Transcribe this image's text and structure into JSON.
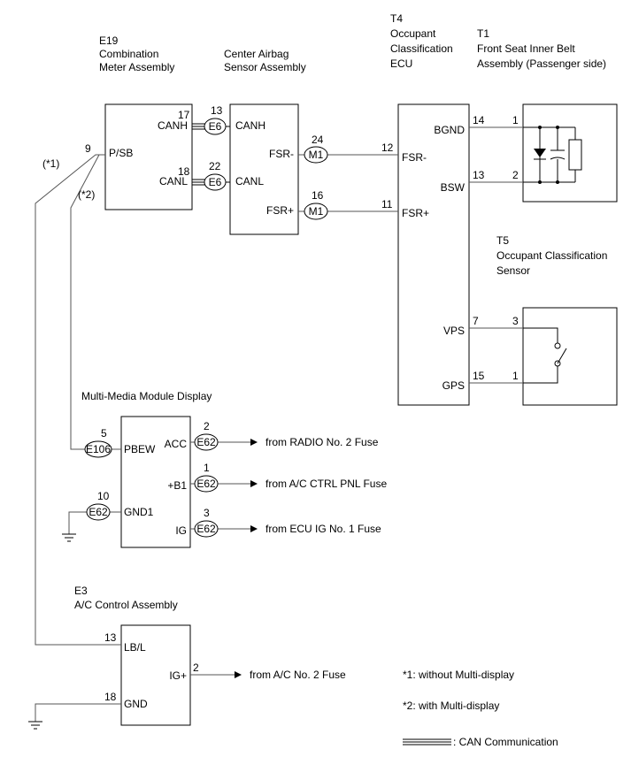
{
  "components": {
    "e19": {
      "code": "E19",
      "line1": "Combination",
      "line2": "Meter Assembly",
      "canh": "CANH",
      "canl": "CANL",
      "psb": "P/SB"
    },
    "airbag": {
      "line1": "Center Airbag",
      "line2": "Sensor Assembly",
      "canh": "CANH",
      "canl": "CANL",
      "fsrm": "FSR-",
      "fsrp": "FSR+"
    },
    "t4": {
      "code": "T4",
      "line1": "Occupant",
      "line2": "Classification",
      "line3": "ECU",
      "fsrm": "FSR-",
      "fsrp": "FSR+",
      "bgnd": "BGND",
      "bsw": "BSW",
      "vps": "VPS",
      "gps": "GPS"
    },
    "t1": {
      "code": "T1",
      "line1": "Front Seat Inner Belt",
      "line2": "Assembly (Passenger side)"
    },
    "t5": {
      "code": "T5",
      "line1": "Occupant Classification",
      "line2": "Sensor"
    },
    "mmd": {
      "title": "Multi-Media Module Display",
      "pbew": "PBEW",
      "acc": "ACC",
      "b1": "+B1",
      "gnd1": "GND1",
      "ig": "IG"
    },
    "e3": {
      "code": "E3",
      "title": "A/C Control Assembly",
      "lbl": "LB/L",
      "igp": "IG+",
      "gnd": "GND"
    }
  },
  "pins": {
    "e19_canh": "17",
    "e19_canl": "18",
    "e19_psb": "9",
    "ab_canh": "13",
    "ab_canl": "22",
    "ab_fsrm": "24",
    "ab_fsrp": "16",
    "t4_fsrm": "12",
    "t4_fsrp": "11",
    "t4_bgnd": "14",
    "t4_bsw": "13",
    "t4_vps": "7",
    "t4_gps": "15",
    "t1_1": "1",
    "t1_2": "2",
    "t5_3": "3",
    "t5_1": "1",
    "mmd_pbew": "5",
    "mmd_gnd1": "10",
    "mmd_acc": "2",
    "mmd_b1": "1",
    "mmd_ig": "3",
    "e3_lbl": "13",
    "e3_igp": "2",
    "e3_gnd": "18"
  },
  "connectors": {
    "e6": "E6",
    "m1": "M1",
    "e106": "E106",
    "e62": "E62"
  },
  "sources": {
    "radio": "from RADIO No. 2 Fuse",
    "acctrl": "from A/C CTRL PNL Fuse",
    "ecuig": "from ECU IG No. 1 Fuse",
    "ac2": "from A/C No. 2 Fuse"
  },
  "notes": {
    "star1": "(*1)",
    "star2": "(*2)",
    "n1": "*1: without Multi-display",
    "n2": "*2: with Multi-display",
    "can": ": CAN Communication"
  }
}
